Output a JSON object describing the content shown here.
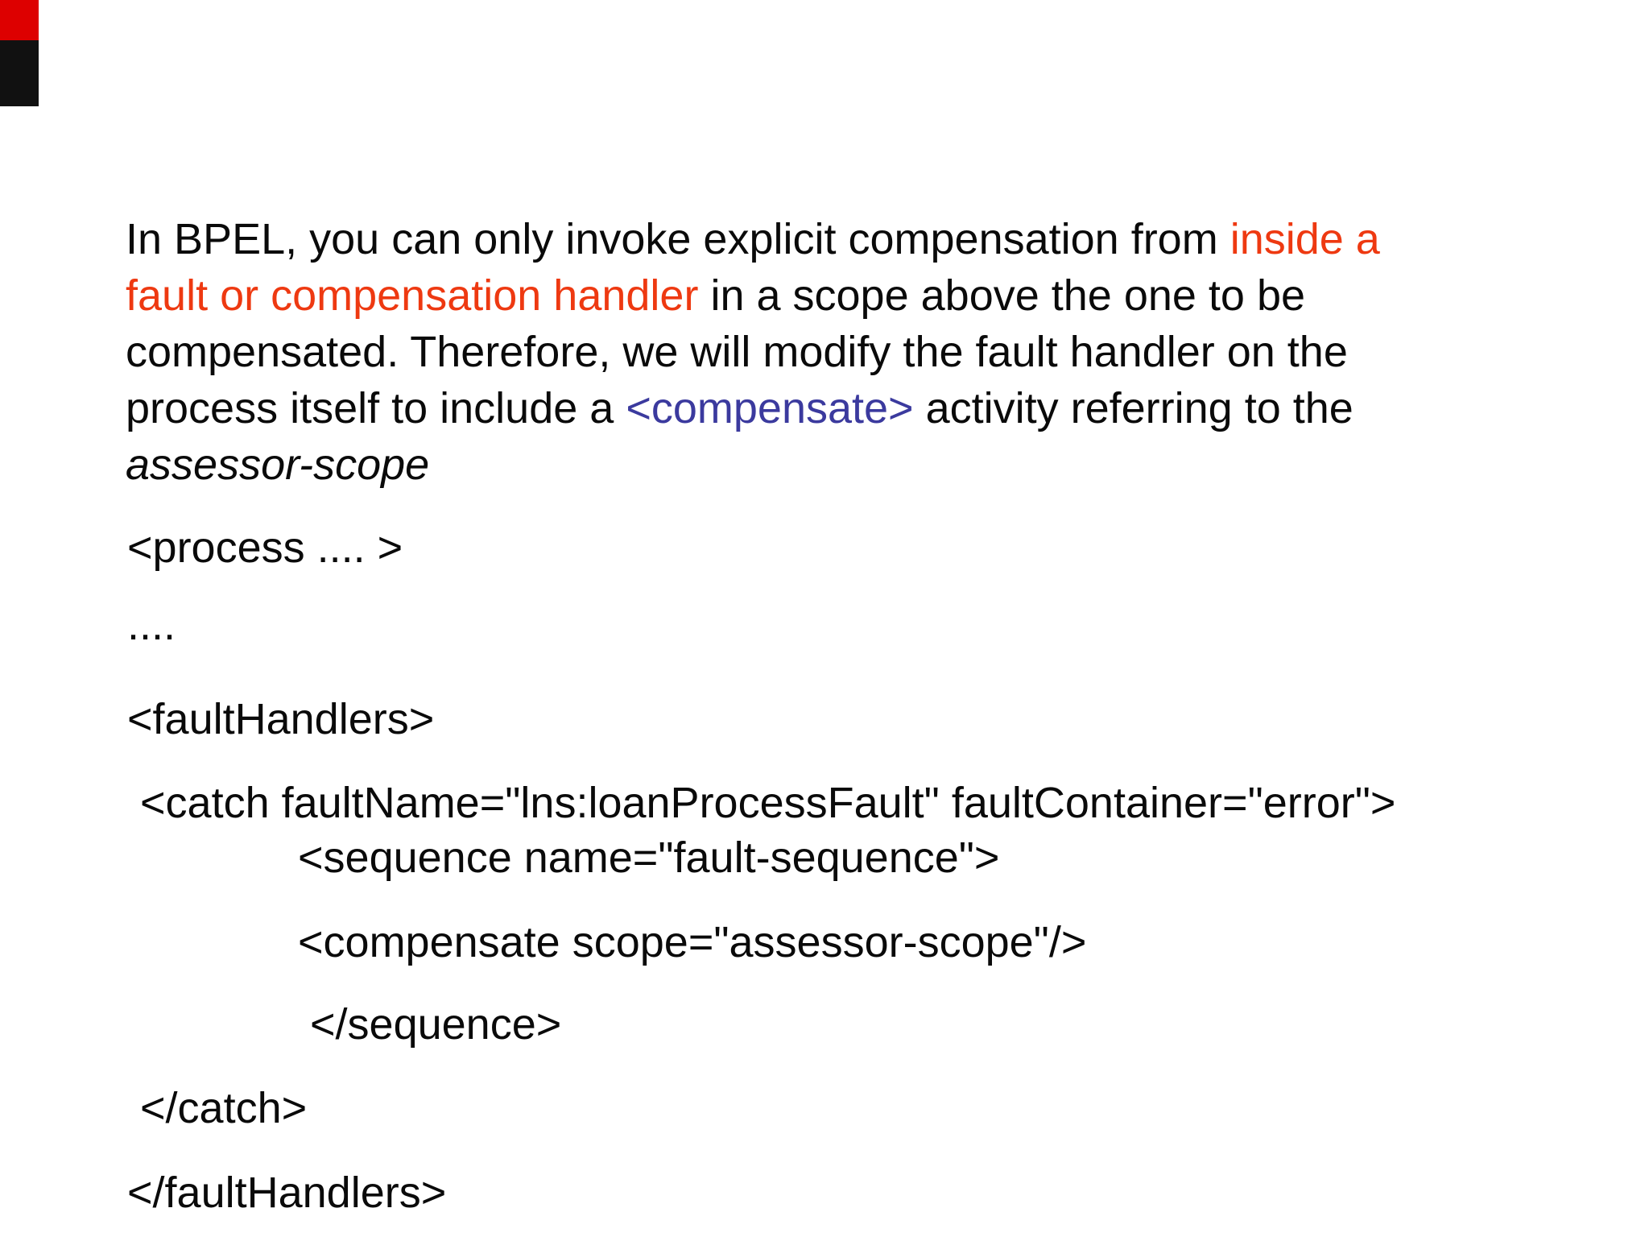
{
  "slide": {
    "paragraph": {
      "line1_black": "In BPEL, you can only invoke explicit compensation from ",
      "line1_red": "inside a",
      "line2_red": "fault or compensation handler",
      "line2_black": " in a scope above the one to be",
      "line3": "compensated. Therefore, we will modify the fault handler on the",
      "line4_black1": "process itself to include a ",
      "line4_blue": "<compensate>",
      "line4_black2": " activity referring to the",
      "line5_italic": "assessor-scope"
    },
    "code": {
      "process_open": "<process .... >",
      "dots": "....",
      "faulthandlers_open": "<faultHandlers>",
      "catch_open": "<catch faultName=\"lns:loanProcessFault\" faultContainer=\"error\">",
      "sequence_open": "<sequence name=\"fault-sequence\">",
      "compensate": "<compensate scope=\"assessor-scope\"/>",
      "sequence_close": "</sequence>",
      "catch_close": "</catch>",
      "faulthandlers_close": "</faultHandlers>"
    },
    "colors": {
      "emphasis_red": "#ee3911",
      "tag_blue": "#3b3a9e",
      "text_black": "#0a0a0a",
      "marker_red": "#dd0000",
      "marker_black": "#111111",
      "background": "#ffffff"
    }
  }
}
